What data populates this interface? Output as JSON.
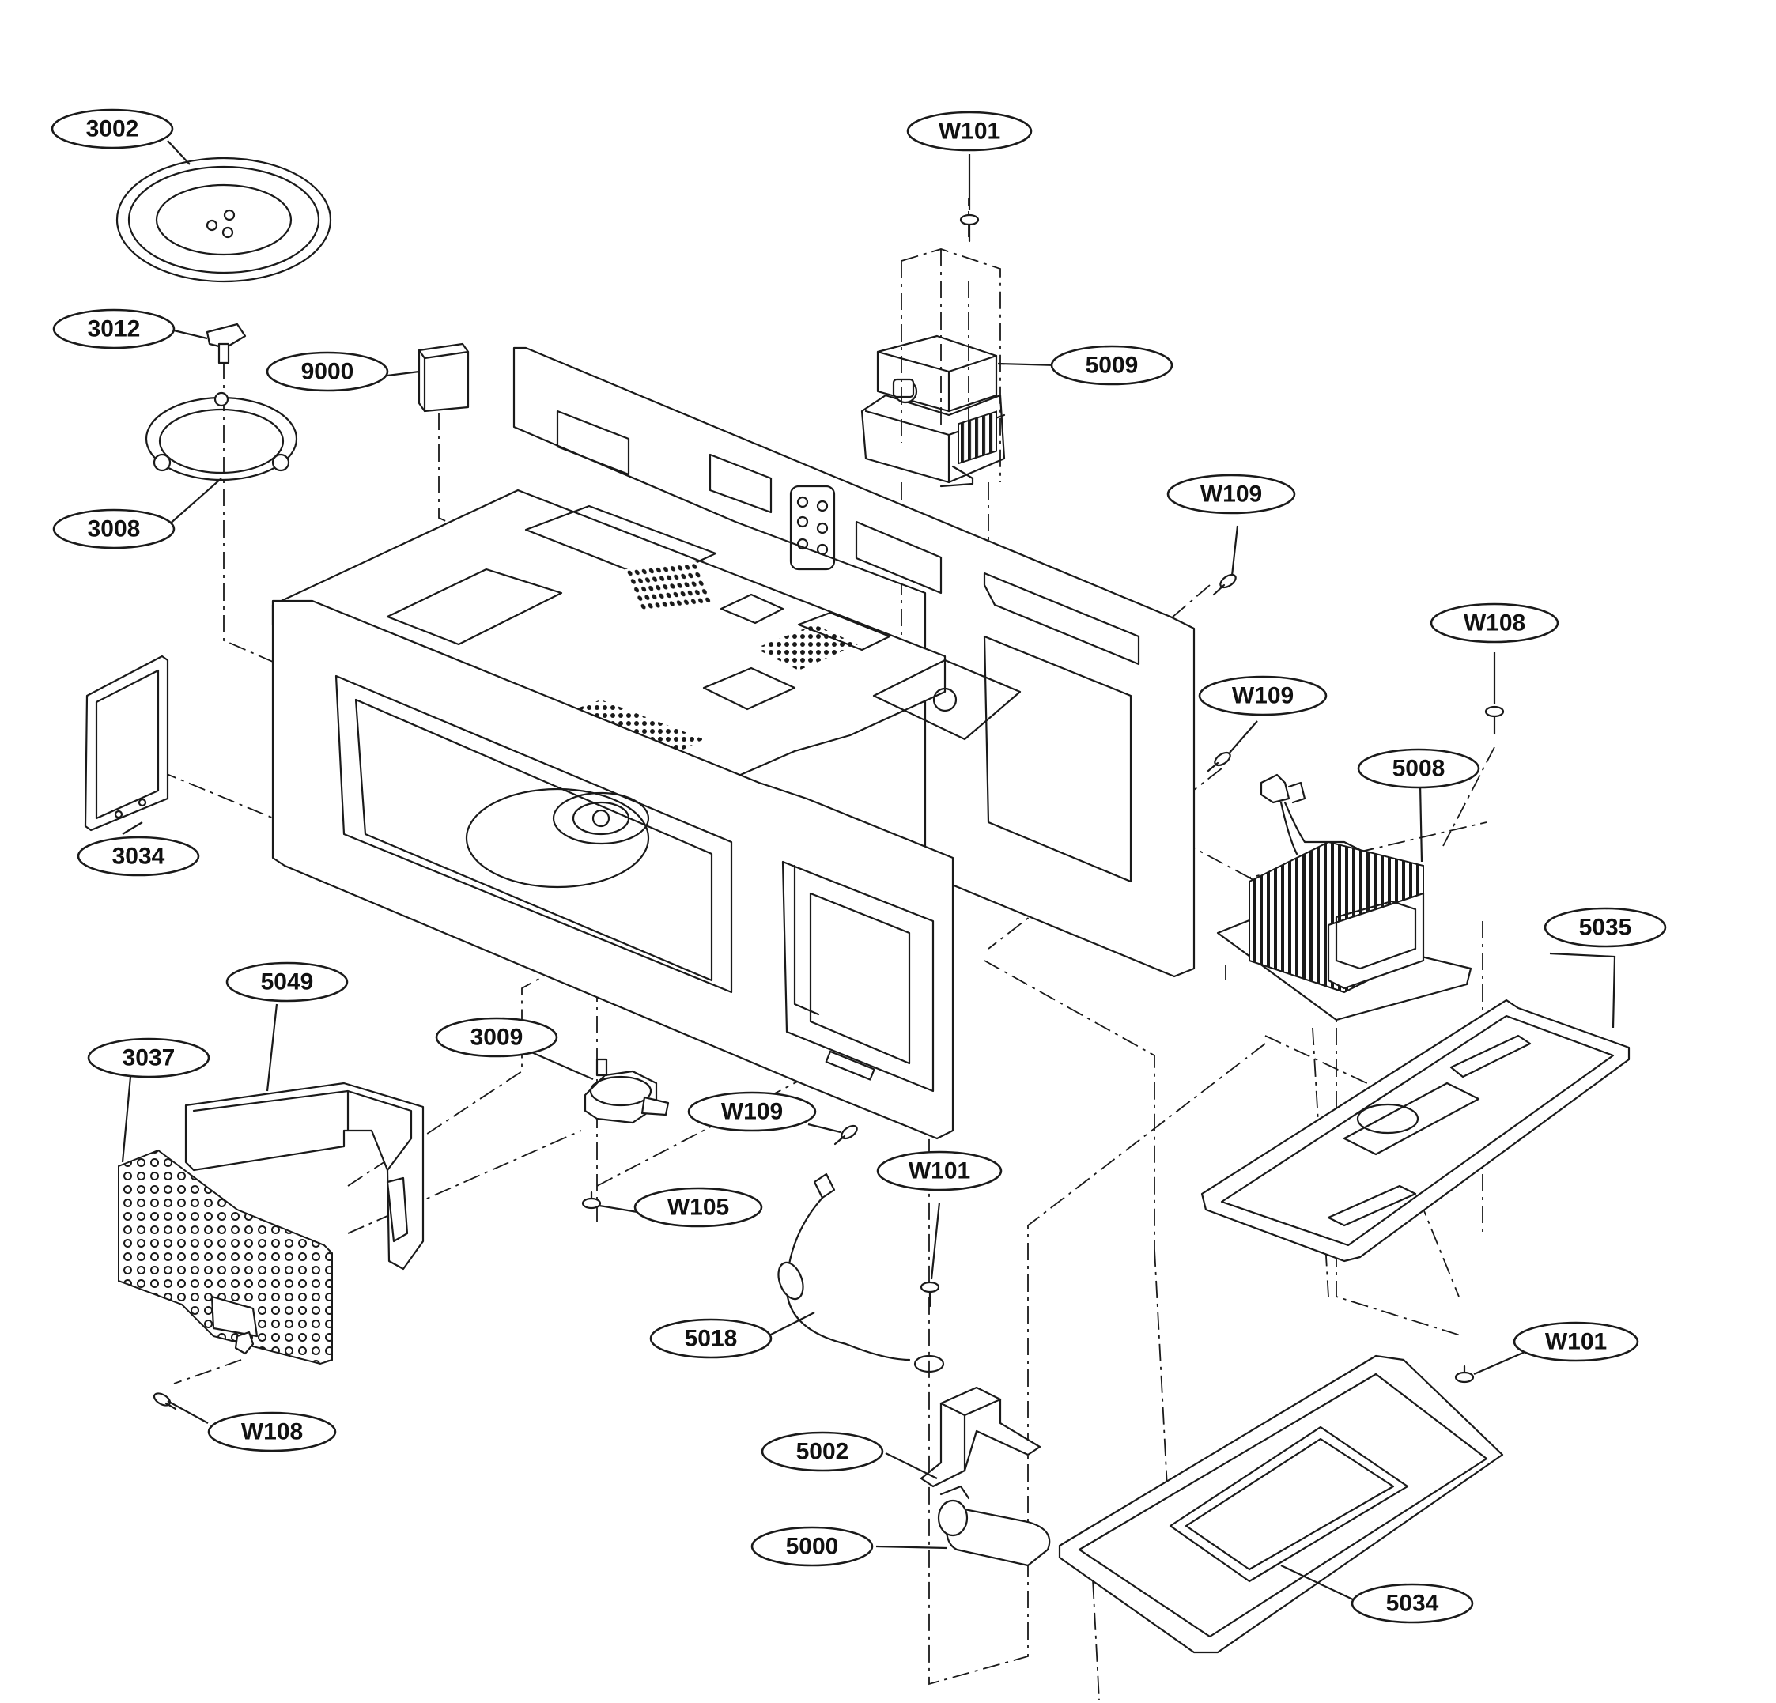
{
  "callouts": [
    {
      "id": "c3002",
      "label": "3002"
    },
    {
      "id": "c3012",
      "label": "3012"
    },
    {
      "id": "c9000",
      "label": "9000"
    },
    {
      "id": "c3008",
      "label": "3008"
    },
    {
      "id": "c3034",
      "label": "3034"
    },
    {
      "id": "c5049",
      "label": "5049"
    },
    {
      "id": "c3037",
      "label": "3037"
    },
    {
      "id": "c3009",
      "label": "3009"
    },
    {
      "id": "c w108a",
      "label": "W108"
    },
    {
      "id": "cw101a",
      "label": "W101"
    },
    {
      "id": "c5009",
      "label": "5009"
    },
    {
      "id": "cw109a",
      "label": "W109"
    },
    {
      "id": "cw109b",
      "label": "W109"
    },
    {
      "id": "cw108b",
      "label": "W108"
    },
    {
      "id": "c5008",
      "label": "5008"
    },
    {
      "id": "c5035",
      "label": "5035"
    },
    {
      "id": "cw109c",
      "label": "W109"
    },
    {
      "id": "cw105",
      "label": "W105"
    },
    {
      "id": "cw101b",
      "label": "W101"
    },
    {
      "id": "c5018",
      "label": "5018"
    },
    {
      "id": "cw101c",
      "label": "W101"
    },
    {
      "id": "c5002",
      "label": "5002"
    },
    {
      "id": "c5000",
      "label": "5000"
    },
    {
      "id": "c5034",
      "label": "5034"
    }
  ]
}
